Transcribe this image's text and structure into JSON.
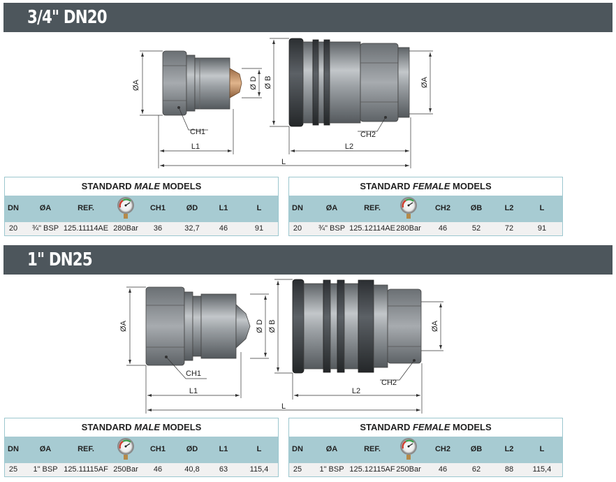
{
  "sections": [
    {
      "title": "3/4\" DN20",
      "male": {
        "caption_pre": "STANDARD ",
        "caption_em": "MALE",
        "caption_post": " MODELS",
        "headers": [
          "DN",
          "ØA",
          "REF.",
          "",
          "CH1",
          "ØD",
          "L1",
          "L"
        ],
        "row": [
          "20",
          "¾\" BSP",
          "125.11114AE",
          "280Bar",
          "36",
          "32,7",
          "46",
          "91"
        ]
      },
      "female": {
        "caption_pre": "STANDARD ",
        "caption_em": "FEMALE",
        "caption_post": " MODELS",
        "headers": [
          "DN",
          "ØA",
          "REF.",
          "",
          "CH2",
          "ØB",
          "L2",
          "L"
        ],
        "row": [
          "20",
          "¾\" BSP",
          "125.12114AE",
          "280Bar",
          "46",
          "52",
          "72",
          "91"
        ]
      },
      "labels": {
        "a_male": "ØA",
        "d": "Ø D",
        "b": "Ø B",
        "a_female": "ØA",
        "ch1": "CH1",
        "ch2": "CH2",
        "l1": "L1",
        "l2": "L2",
        "l": "L"
      }
    },
    {
      "title": "1\" DN25",
      "male": {
        "caption_pre": "STANDARD ",
        "caption_em": "MALE",
        "caption_post": " MODELS",
        "headers": [
          "DN",
          "ØA",
          "REF.",
          "",
          "CH1",
          "ØD",
          "L1",
          "L"
        ],
        "row": [
          "25",
          "1\" BSP",
          "125.11115AF",
          "250Bar",
          "46",
          "40,8",
          "63",
          "115,4"
        ]
      },
      "female": {
        "caption_pre": "STANDARD ",
        "caption_em": "FEMALE",
        "caption_post": " MODELS",
        "headers": [
          "DN",
          "ØA",
          "REF.",
          "",
          "CH2",
          "ØB",
          "L2",
          "L"
        ],
        "row": [
          "25",
          "1\" BSP",
          "125.12115AF",
          "250Bar",
          "46",
          "62",
          "88",
          "115,4"
        ]
      },
      "labels": {
        "a_male": "ØA",
        "d": "Ø D",
        "b": "Ø B",
        "a_female": "ØA",
        "ch1": "CH1",
        "ch2": "CH2",
        "l1": "L1",
        "l2": "L2",
        "l": "L"
      }
    }
  ],
  "icons": {
    "pressure": "pressure-gauge-icon"
  },
  "colors": {
    "section_bar": "#4d565c",
    "table_header": "#a7cbd2",
    "table_border": "#9cc7cf",
    "row_bg": "#f1f1f1",
    "steel": "#8e9398",
    "knurl": "#3a3d40",
    "tip": "#c9976a"
  }
}
